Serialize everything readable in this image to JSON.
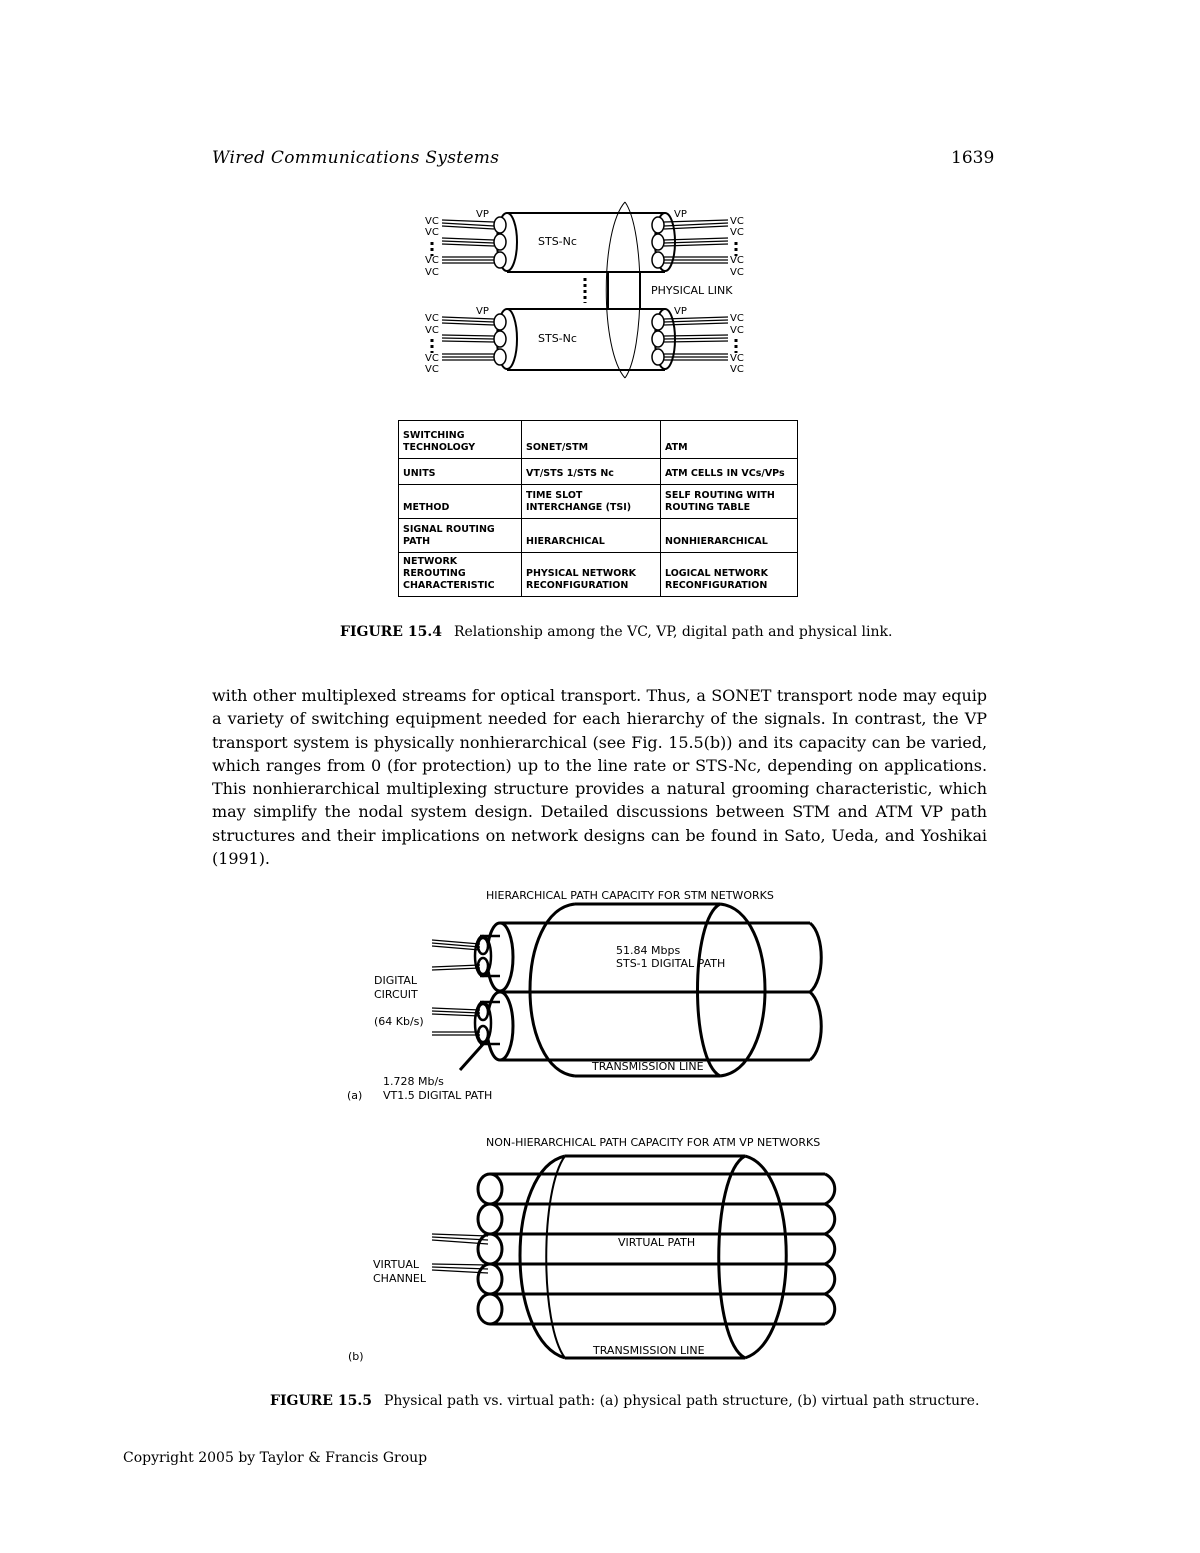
{
  "header": {
    "running_title": "Wired Communications Systems",
    "page_number": "1639"
  },
  "figure_15_4": {
    "labels": {
      "vc": "VC",
      "vp": "VP",
      "sts_nc": "STS-Nc",
      "physical_link": "PHYSICAL LINK"
    },
    "table": {
      "rows": [
        [
          "SWITCHING TECHNOLOGY",
          "SONET/STM",
          "ATM"
        ],
        [
          "UNITS",
          "VT/STS 1/STS Nc",
          "ATM CELLS IN VCs/VPs"
        ],
        [
          "METHOD",
          "TIME SLOT INTERCHANGE (TSI)",
          "SELF ROUTING WITH ROUTING TABLE"
        ],
        [
          "SIGNAL ROUTING PATH",
          "HIERARCHICAL",
          "NONHIERARCHICAL"
        ],
        [
          "NETWORK REROUTING CHARACTERISTIC",
          "PHYSICAL NETWORK RECONFIGURATION",
          "LOGICAL NETWORK RECONFIGURATION"
        ]
      ]
    },
    "caption_label": "FIGURE 15.4",
    "caption_text": "Relationship among the VC, VP, digital path and physical link."
  },
  "body_paragraph": "with other multiplexed streams for optical transport. Thus, a SONET transport node may equip a variety of switching equipment needed for each hierarchy of the signals. In contrast, the VP transport system is physically nonhierarchical (see Fig. 15.5(b)) and its capacity can be varied, which ranges from 0 (for protection) up to the line rate or STS-Nc, depending on applications. This nonhierarchical multiplexing structure provides a natural grooming characteristic, which may simplify the nodal system design. Detailed discussions between STM and ATM VP path structures and their implications on network designs can be found in Sato, Ueda, and Yoshikai (1991).",
  "figure_15_5": {
    "part_a": {
      "title": "HIERARCHICAL PATH CAPACITY FOR STM NETWORKS",
      "sts1_rate": "51.84 Mbps",
      "sts1_label": "STS-1 DIGITAL PATH",
      "digital_circuit_1": "DIGITAL",
      "digital_circuit_2": "CIRCUIT",
      "digital_circuit_rate": "(64 Kb/s)",
      "vt_rate": "1.728 Mb/s",
      "vt_label": "VT1.5 DIGITAL PATH",
      "transmission_line": "TRANSMISSION LINE",
      "part_label": "(a)"
    },
    "part_b": {
      "title": "NON-HIERARCHICAL PATH CAPACITY FOR ATM VP NETWORKS",
      "virtual_path": "VIRTUAL PATH",
      "virtual_channel_1": "VIRTUAL",
      "virtual_channel_2": "CHANNEL",
      "transmission_line": "TRANSMISSION LINE",
      "part_label": "(b)"
    },
    "caption_label": "FIGURE 15.5",
    "caption_text": "Physical path vs. virtual path: (a) physical path structure, (b) virtual path structure."
  },
  "footer": {
    "copyright": "Copyright 2005 by Taylor & Francis Group"
  }
}
